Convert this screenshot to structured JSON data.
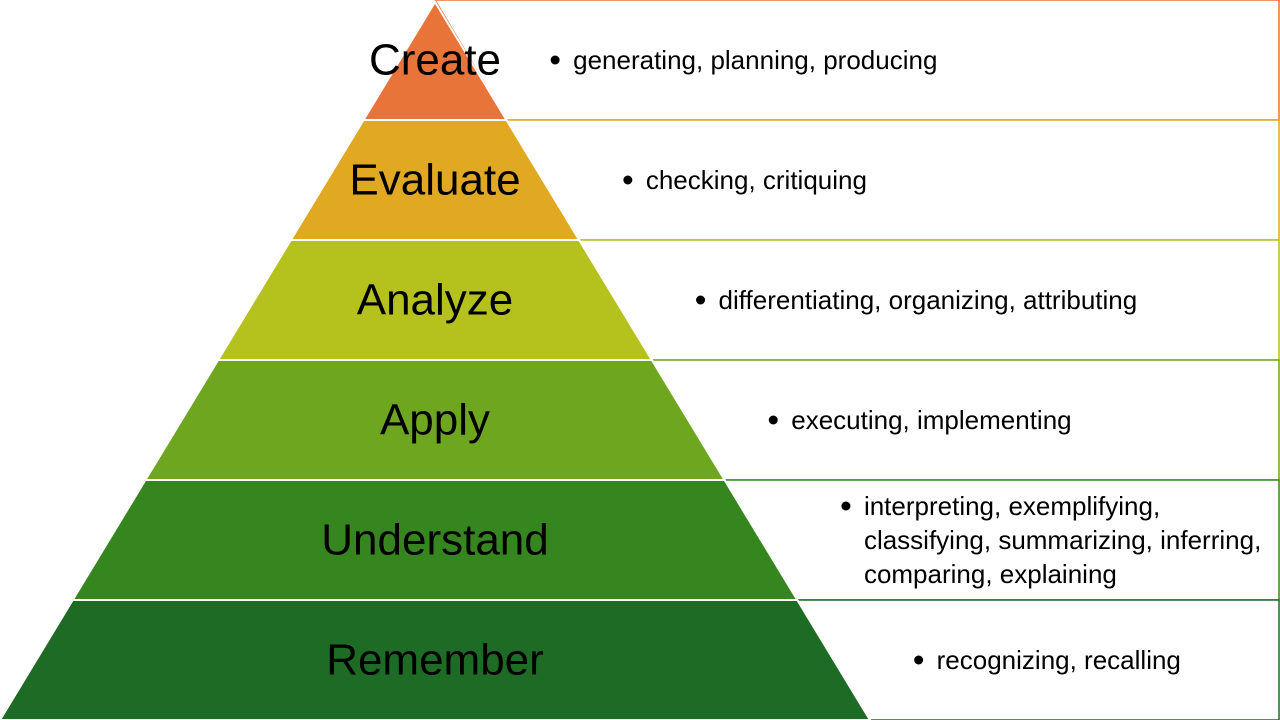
{
  "pyramid": {
    "levels": [
      {
        "id": "create",
        "label": "Create",
        "color": "#E8743A",
        "description_lines": [
          "generating, planning, producing"
        ]
      },
      {
        "id": "evaluate",
        "label": "Evaluate",
        "color": "#E1A822",
        "description_lines": [
          "checking, critiquing"
        ]
      },
      {
        "id": "analyze",
        "label": "Analyze",
        "color": "#B5C21E",
        "description_lines": [
          "differentiating, organizing, attributing"
        ]
      },
      {
        "id": "apply",
        "label": "Apply",
        "color": "#6FA61F",
        "description_lines": [
          "executing, implementing"
        ]
      },
      {
        "id": "understand",
        "label": "Understand",
        "color": "#35861E",
        "description_lines": [
          "interpreting, exemplifying,",
          "classifying, summarizing, inferring,",
          "comparing, explaining"
        ]
      },
      {
        "id": "remember",
        "label": "Remember",
        "color": "#1D6B25",
        "description_lines": [
          "recognizing, recalling"
        ]
      }
    ]
  }
}
